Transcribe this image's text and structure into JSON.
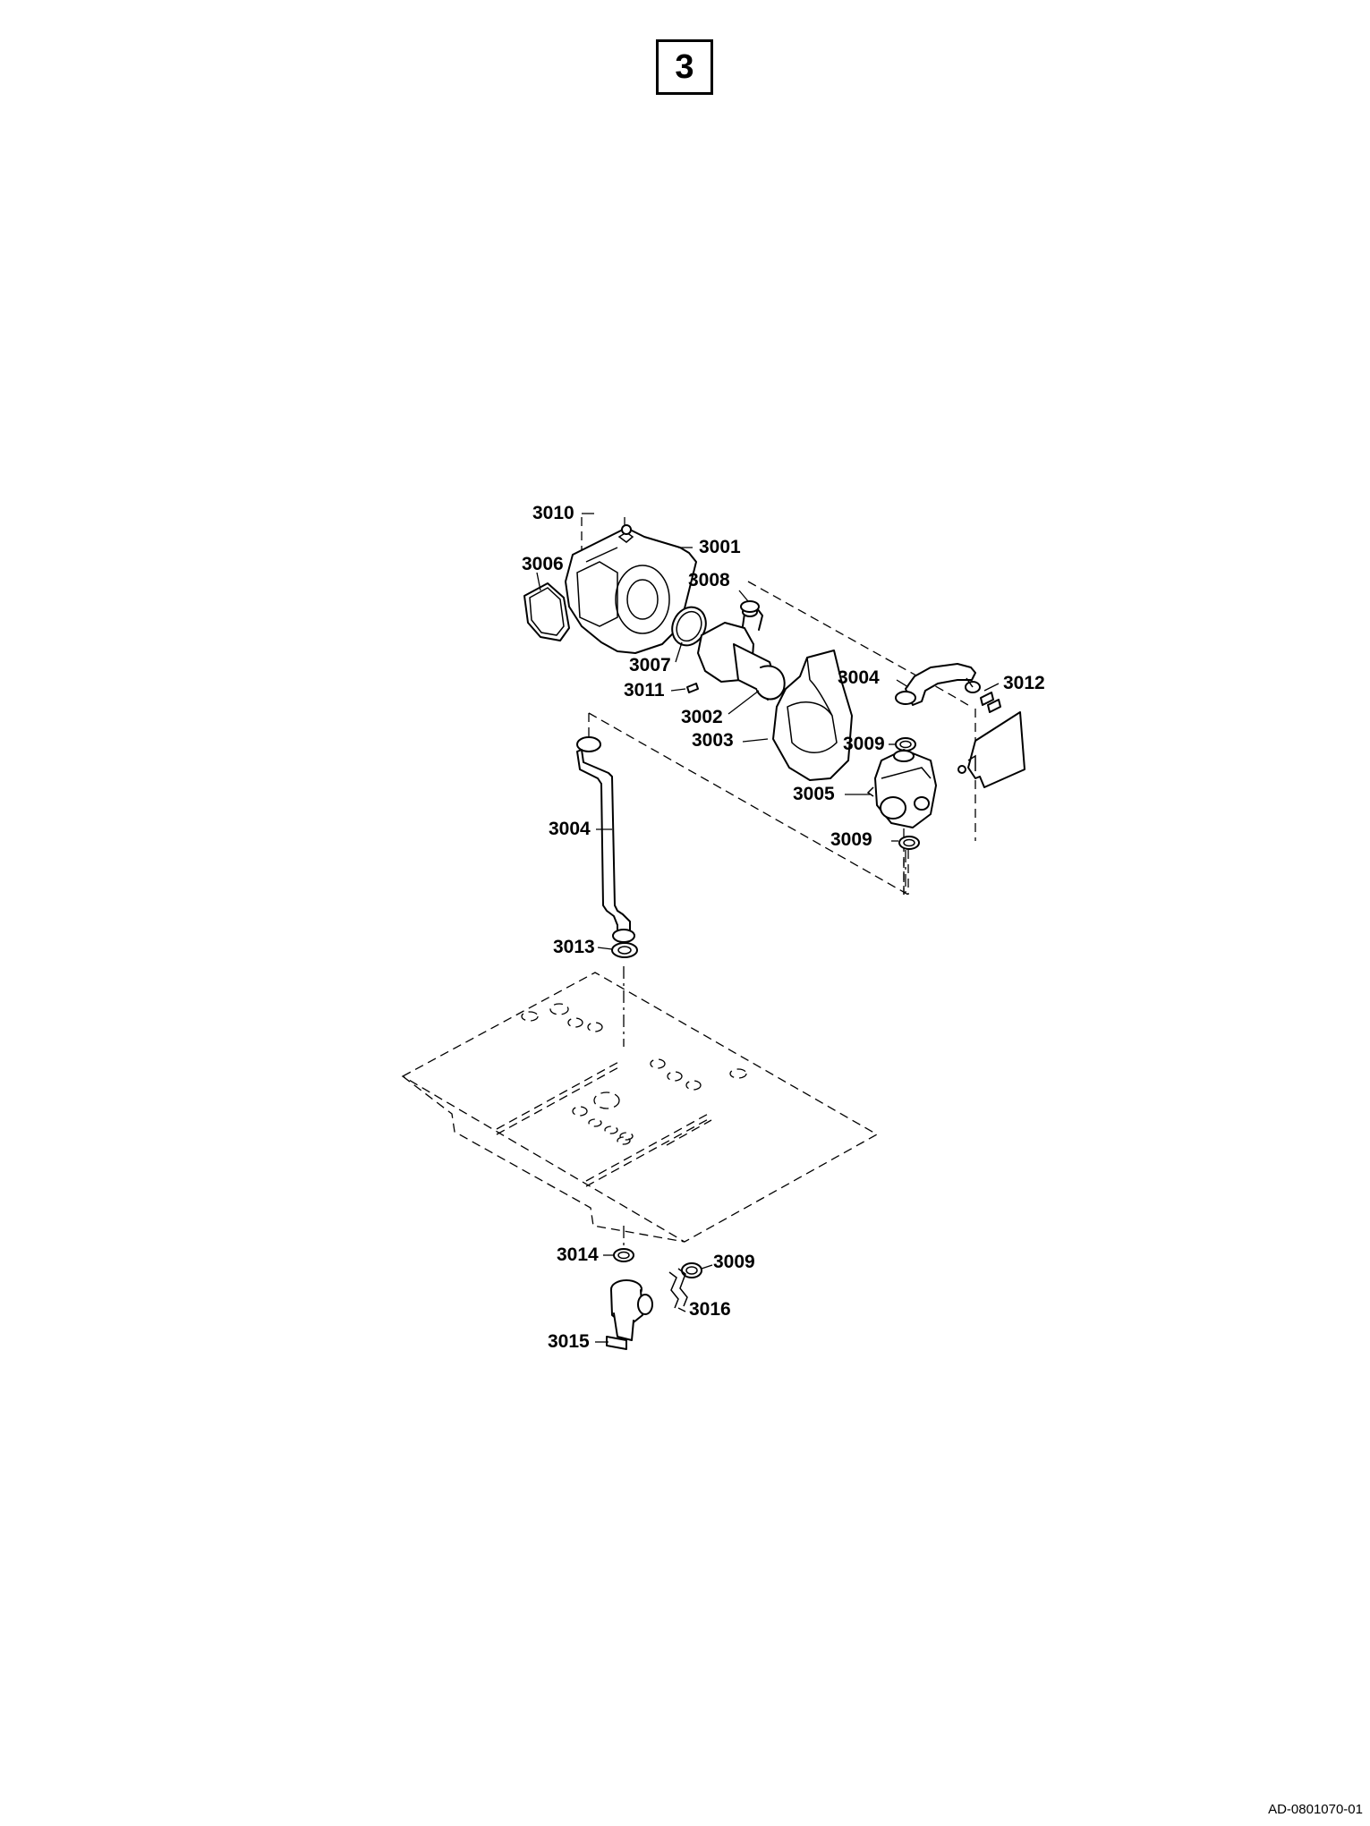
{
  "page_number": "3",
  "document_ref": "AD-0801070-01",
  "callouts": {
    "c3010": "3010",
    "c3001": "3001",
    "c3006": "3006",
    "c3008": "3008",
    "c3007": "3007",
    "c3011": "3011",
    "c3002": "3002",
    "c3003": "3003",
    "c3004a": "3004",
    "c3012": "3012",
    "c3009a": "3009",
    "c3005": "3005",
    "c3009b": "3009",
    "c3004b": "3004",
    "c3013": "3013",
    "c3014": "3014",
    "c3009c": "3009",
    "c3016": "3016",
    "c3015": "3015"
  }
}
